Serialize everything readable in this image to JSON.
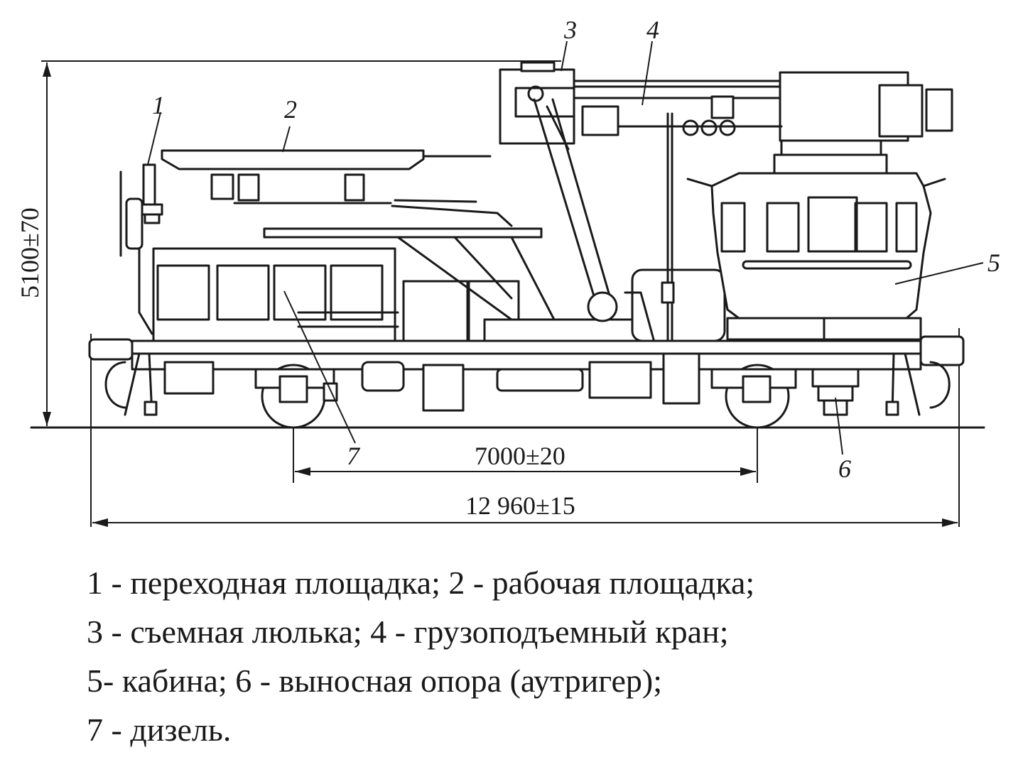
{
  "labels": {
    "l1": "1",
    "l2": "2",
    "l3": "3",
    "l4": "4",
    "l5": "5",
    "l6": "6",
    "l7": "7"
  },
  "dimensions": {
    "height": "5100±70",
    "base": "7000±20",
    "length": "12 960±15"
  },
  "legend": [
    "1 - переходная площадка; 2 - рабочая площадка;",
    "3 - съемная люлька; 4 - грузоподъемный кран;",
    "5- кабина; 6 - выносная опора (аутригер);",
    "7 - дизель."
  ]
}
